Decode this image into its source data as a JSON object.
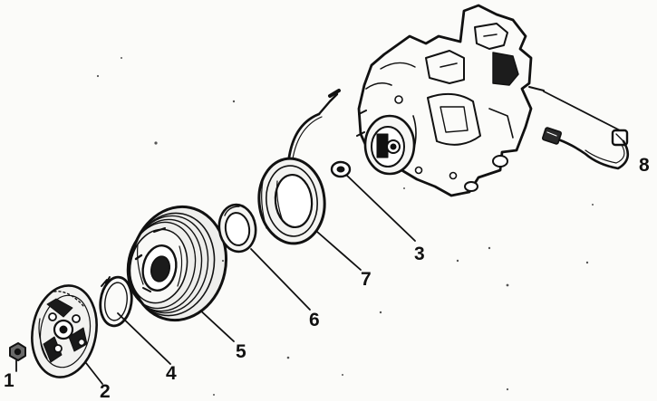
{
  "callouts": {
    "c1": "1",
    "c2": "2",
    "c3": "3",
    "c4": "4",
    "c5": "5",
    "c6": "6",
    "c7": "7",
    "c8": "8"
  },
  "colors": {
    "ink": "#111111",
    "paper": "#fbfbf9"
  },
  "icons": {
    "nut": "hex-nut-icon",
    "armature": "armature-plate-icon",
    "snap_ring": "snap-ring-icon",
    "pulley": "pulley-icon",
    "shim": "shim-ring-icon",
    "coil": "field-coil-icon",
    "washer": "washer-icon",
    "compressor": "compressor-body-icon",
    "switch": "switch-connector-icon"
  }
}
